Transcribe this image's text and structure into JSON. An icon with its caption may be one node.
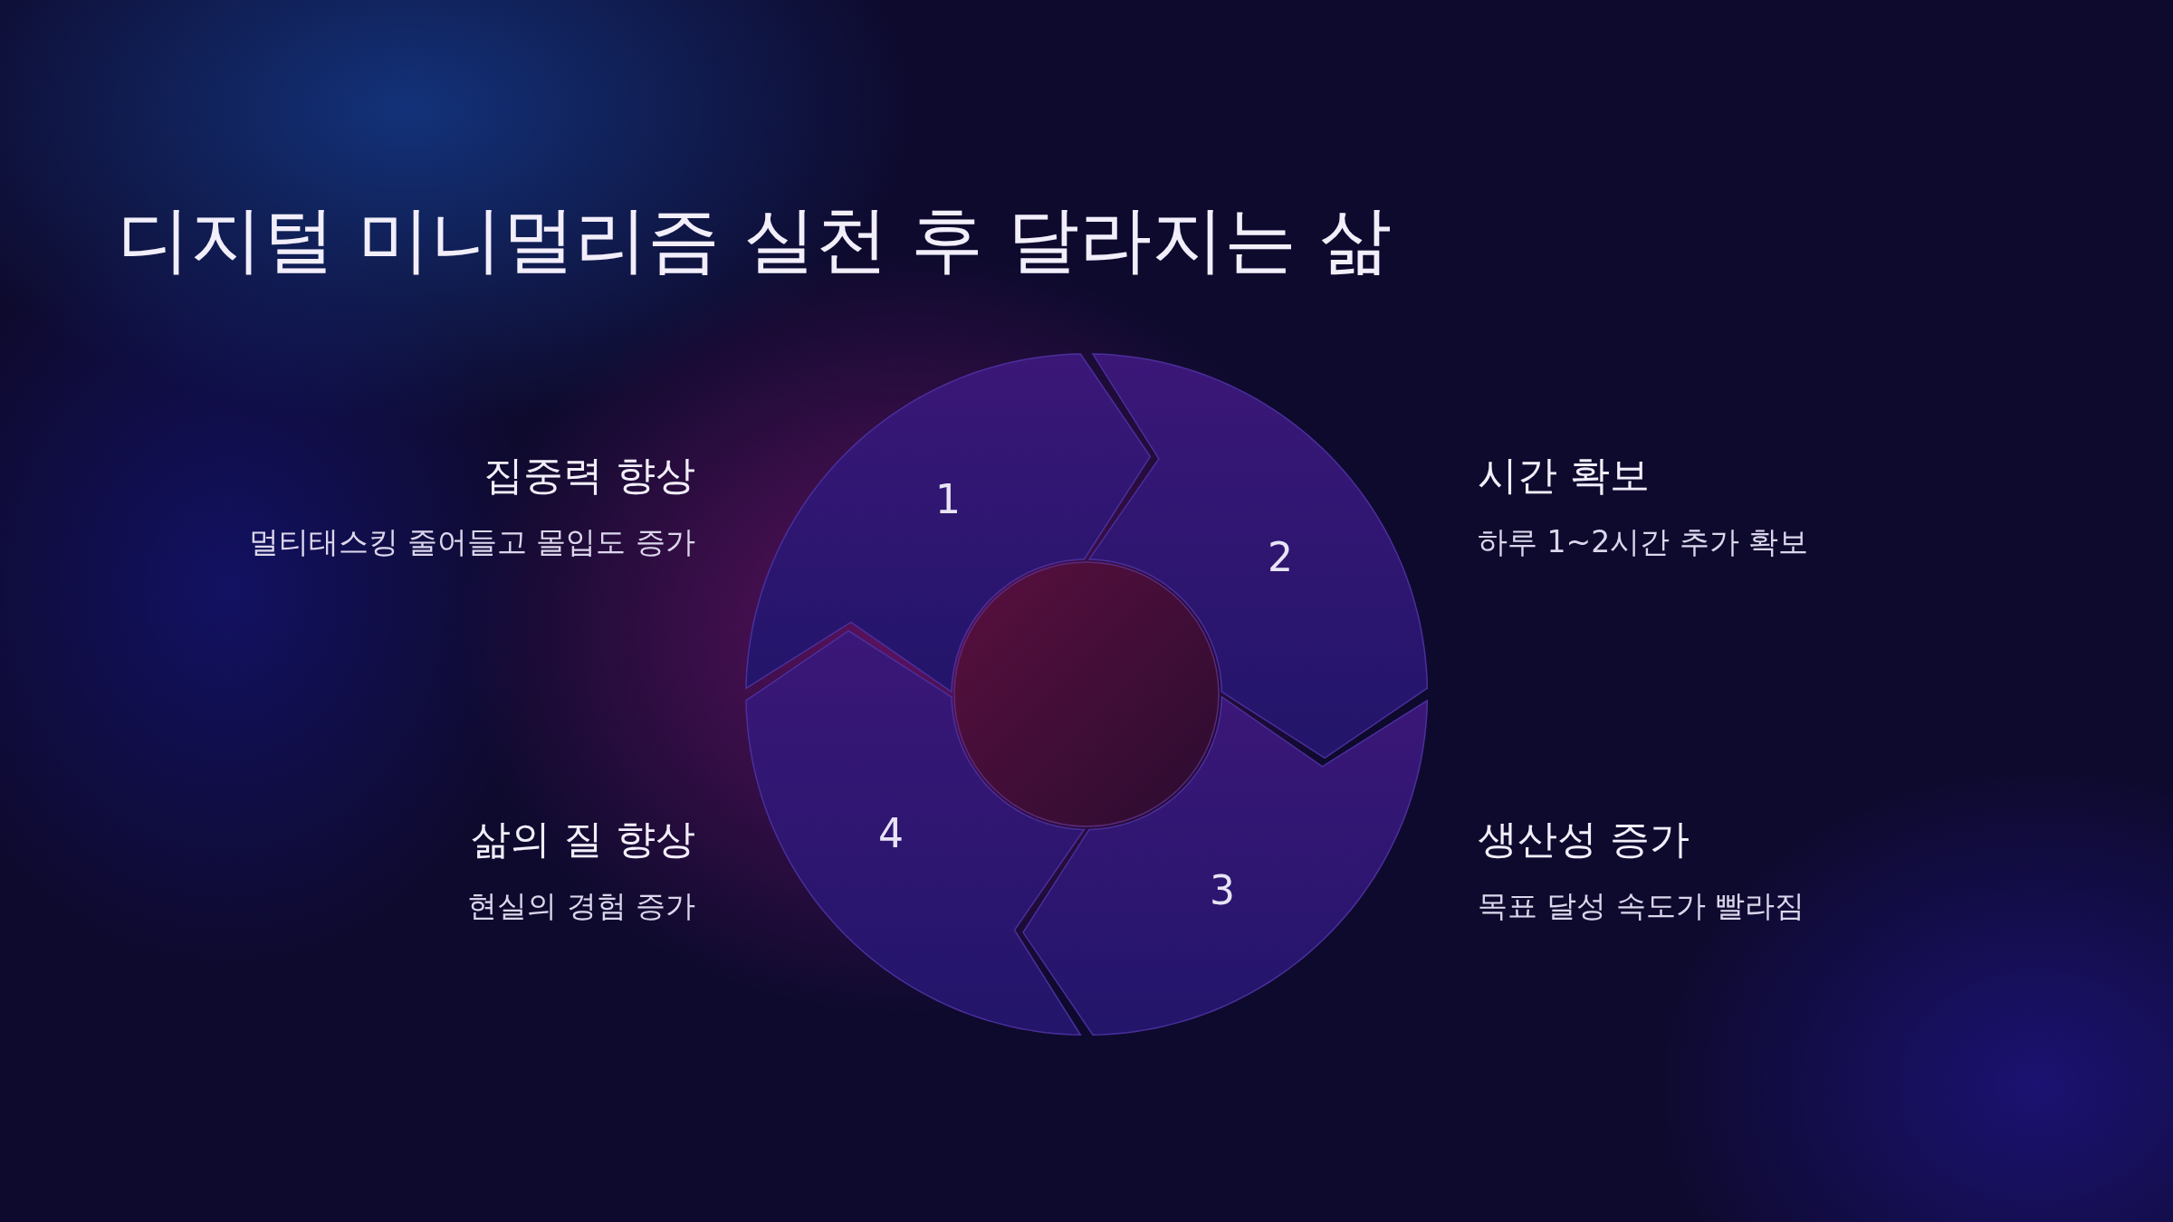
{
  "diagram": {
    "title": "디지털 미니멀리즘 실천 후 달라지는 삶",
    "nodes": [
      {
        "text": [
          "1"
        ],
        "beside": [
          "집중력 향상",
          "멀티태스킹 줄어들고 몰입도 증가"
        ]
      },
      {
        "text": [
          "2"
        ],
        "beside": [
          "시간 확보",
          "하루 1~2시간 추가 확보"
        ]
      },
      {
        "text": [
          "3"
        ],
        "beside": [
          "생산성 증가",
          "목표 달성 속도가 빨라짐"
        ]
      },
      {
        "text": [
          "4"
        ],
        "beside": [
          "삶의 질 향상",
          "현실의 경험 증가"
        ]
      },
      {
        "text": [],
        "shape": "circle"
      }
    ]
  }
}
